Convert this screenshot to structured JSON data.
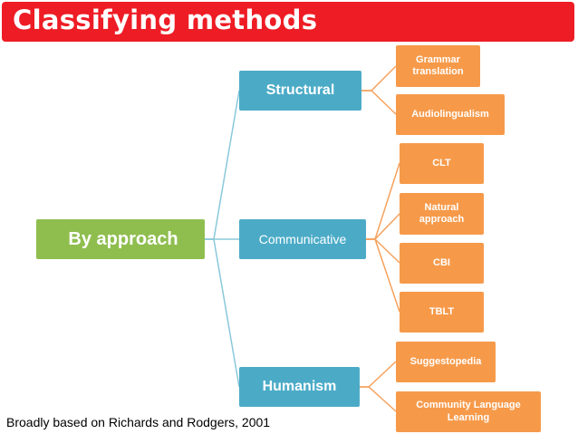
{
  "title": "Classifying methods",
  "diagram": {
    "root": "By approach",
    "branches": [
      {
        "label": "Structural",
        "children": [
          "Grammar translation",
          "Audiolingualism"
        ]
      },
      {
        "label": "Communicative",
        "children": [
          "CLT",
          "Natural approach",
          "CBI",
          "TBLT"
        ]
      },
      {
        "label": "Humanism",
        "children": [
          "Suggestopedia",
          "Community Language Learning"
        ]
      }
    ]
  },
  "footnote": "Broadly based on Richards and Rodgers, 2001",
  "colors": {
    "title_bar": "#ee1c25",
    "root": "#8fbe4f",
    "branch": "#4babc7",
    "leaf": "#f69a4a",
    "connector_root": "#8ac8da",
    "connector_leaf": "#f5a25e"
  }
}
